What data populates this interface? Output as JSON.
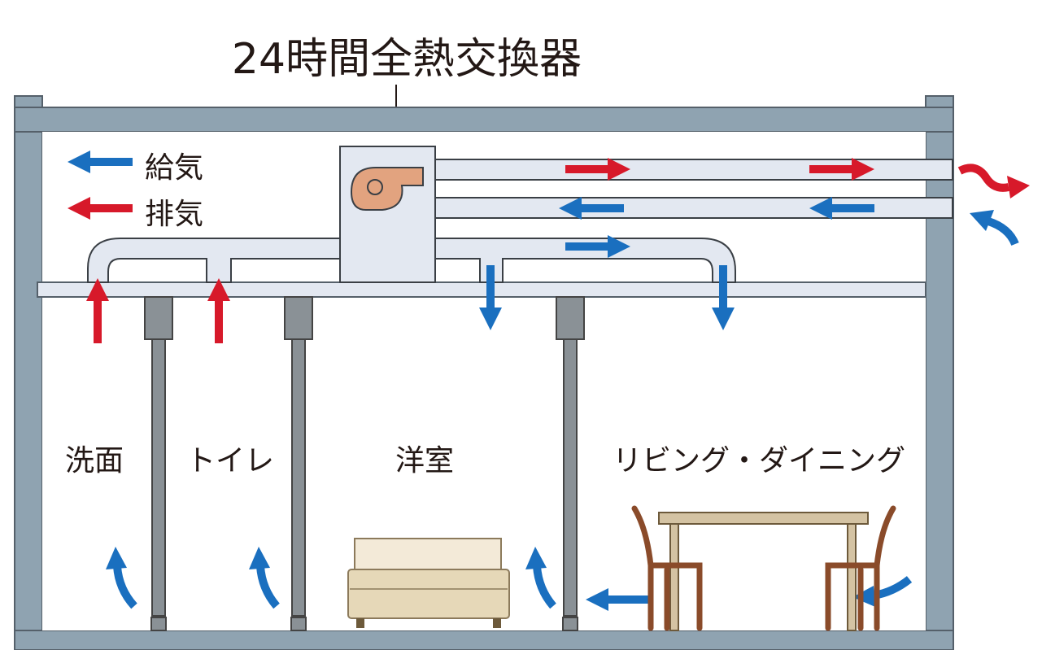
{
  "title": "24時間全熱交換器",
  "legend": {
    "supply": "給気",
    "exhaust": "排気"
  },
  "rooms": {
    "washroom": "洗面",
    "toilet": "トイレ",
    "western_room": "洋室",
    "living_dining": "リビング・ダイニング"
  },
  "colors": {
    "supply_arrow": "#1a6fbf",
    "exhaust_arrow": "#d7192a",
    "structure": "#8fa3b1",
    "duct": "#e3e8f1",
    "fan": "#e2a37f"
  }
}
